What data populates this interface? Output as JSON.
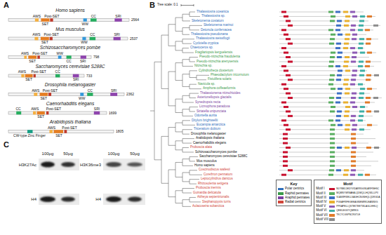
{
  "diagram": {
    "nodes": [
      {
        "text": [
          "Key"
        ]
      },
      {
        "text": [
          "Motif"
        ]
      }
    ],
    "labels": [
      "A",
      "Homo sapiens",
      "AWS",
      "Post-SET",
      "SET",
      "CC",
      "WW",
      "SRI",
      "2564",
      "Mus musculus",
      "AWS",
      "Post-SET",
      "SET",
      "CC",
      "WW",
      "SRI",
      "2537",
      "Schizosaccharomyces pombe",
      "AWS",
      "Post-SET",
      "WW",
      "SET",
      "CC",
      "SRI",
      "798",
      "Saccharomyces cerevisiae S288C",
      "AWS",
      "Post-SET",
      "SET",
      "CC",
      "SRI",
      "733",
      "Drosophila melanogaster",
      "AWS",
      "Post-SET",
      "SET",
      "CC",
      "WW",
      "SRI",
      "2362",
      "Caenorhabditis elegans",
      "CC",
      "AWS",
      "Post-SET",
      "SET",
      "SRI",
      "1699",
      "Arabidopsis thaliana",
      "CW-type Zinc Finger",
      "AWS",
      "Post-SET",
      "SET",
      "1805",
      "B",
      "Tree scale: 0.1",
      "Thalassiosira oceanica",
      "Thalassiosira sp.",
      "Skeletonema costatum",
      "Skeletonema marinoi",
      "Detonula confervacea",
      "Thalassiosira pseudonana",
      "Thalassiosira weissflogii",
      "Cyclotella cryptica",
      "Chaetoceros sp.",
      "Fragilariopsis kerguelensis",
      "Pseudo-nitzschia fraudulenta",
      "Pseudo-nitzschia arenysensis",
      "Nitzschia sp.",
      "Cylindrotheca closterium",
      "Phaeodactylum tricornutum",
      "Fistulifera solaris",
      "Navicula sp.",
      "Amphora coffeaeformis",
      "Thalassionema nitzschioides",
      "Asterionellopsis glacialis",
      "Synedropsis recta",
      "Licmophora paradoxa",
      "Striatella unipunctata",
      "Odontella aurita",
      "Ditylum brightwellii",
      "Eucampia antarctica",
      "Triceratium dubium",
      "Drosophila melanogaster",
      "Arabidopsis thaliana",
      "Caenorhabditis elegans",
      "Proboscia alata",
      "Schizosaccharomyces pombe",
      "Saccharomyces cerevisiae S288C",
      "Mus musculus",
      "Homo sapiens",
      "Coscinodiscus wailesii",
      "Corethron pennatum",
      "Leptocylindrus danicus",
      "Rhizosolenia setigera",
      "Proboscia inermis",
      "Guinardia delicatula",
      "Attheya septentrionalis",
      "Stephanopyxis turris",
      "Aulacoseira subarctica",
      "NLYNMLDEDYVIDARRGGNLARFINHSC",
      "MQMNYSRNAEALQDMQLLHQWLLLPII",
      "VLASRFWELLSAGHCNGNHQLQDRGDA",
      "PGSAFRIFEGEEAGNIEMRKLEANNVG",
      "PPKAPELLQSTEKTEETWLAGLLHHLQ",
      "QEEILEGVYQMRKG",
      "TKCYCGSPNCRGTLE",
      "C",
      "100μg",
      "50μg",
      "H3K27Ac",
      "100μg",
      "50μg",
      "H3K36me3",
      "H4",
      "H4"
    ],
    "legend": [
      {
        "text": "Polar centrics",
        "color": "#2f6eba"
      },
      {
        "text": "Raphid pennates",
        "color": "#3a9a4a"
      },
      {
        "text": "Araphid pennates",
        "color": "#7b3fa0"
      },
      {
        "text": "Radial centrics",
        "color": "#d0453a"
      },
      {
        "text": "Motif I",
        "color": "#c8102e"
      },
      {
        "text": "Motif II",
        "color": "#5aae61"
      },
      {
        "text": "Motif III",
        "color": "#3d6fc4"
      },
      {
        "text": "Motif IV",
        "color": "#e8b030"
      },
      {
        "text": "Motif V",
        "color": "#8e5bb5"
      },
      {
        "text": "Motif VI",
        "color": "#40b0a6"
      },
      {
        "text": "Motif VII",
        "color": "#e07b2a"
      },
      {
        "text": "Motif VIII",
        "color": "#8c8c8c"
      }
    ]
  }
}
